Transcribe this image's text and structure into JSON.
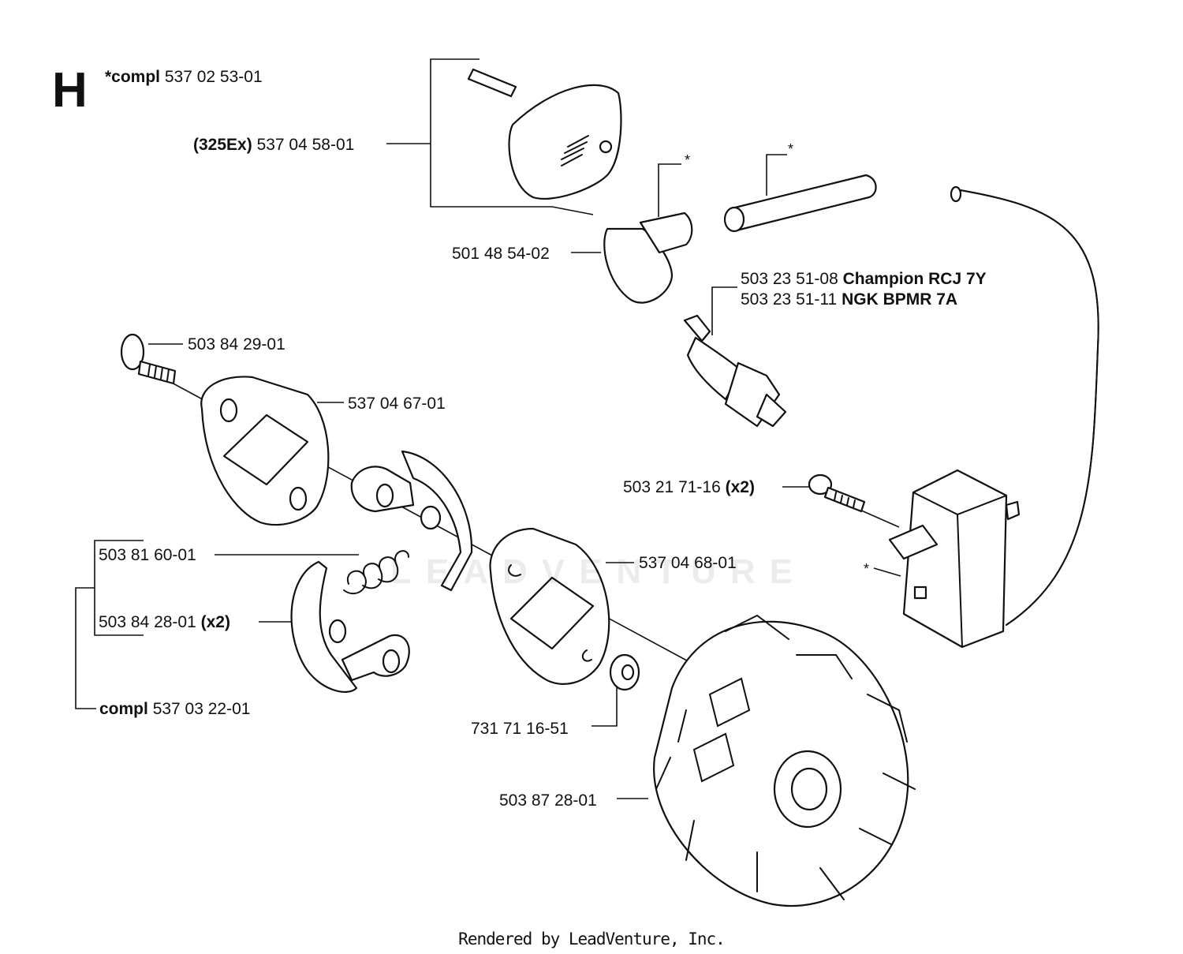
{
  "section": "H",
  "footer": "Rendered by LeadVenture, Inc.",
  "watermark": "LEADVENTURE",
  "asterisk": "*",
  "labels": {
    "compl_top_bold": "*compl",
    "compl_top_num": "537 02 53-01",
    "cover_bold": "(325Ex)",
    "cover_num": "537 04 58-01",
    "boot": "501 48 54-02",
    "plug1_num": "503 23 51-08",
    "plug1_bold": "Champion RCJ 7Y",
    "plug2_num": "503 23 51-11",
    "plug2_bold": "NGK BPMR 7A",
    "screw": "503 84 29-01",
    "plate1": "537 04 67-01",
    "coil_screw_num": "503 21 71-16",
    "coil_screw_bold": "(x2)",
    "spring": "503 81 60-01",
    "plate2": "537 04 68-01",
    "shoe_num": "503 84 28-01",
    "shoe_bold": "(x2)",
    "clutch_bold": "compl",
    "clutch_num": "537 03 22-01",
    "washer": "731 71 16-51",
    "flywheel": "503 87 28-01"
  }
}
